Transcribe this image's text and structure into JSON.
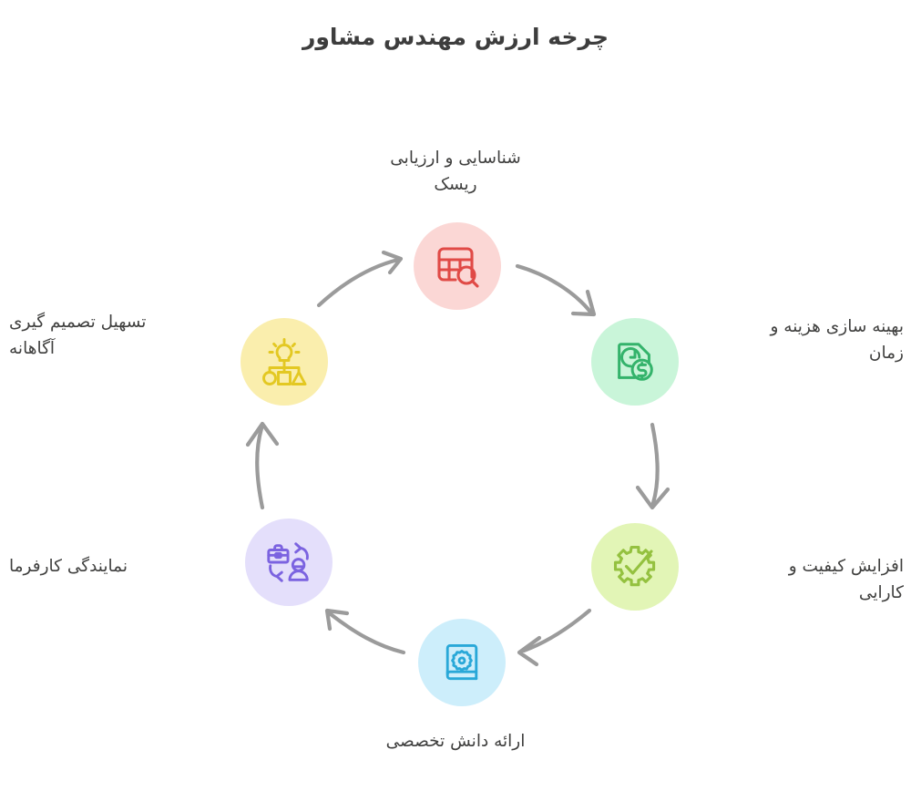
{
  "page": {
    "title": "چرخه ارزش مهندس مشاور",
    "background_color": "#ffffff",
    "text_color": "#40403f"
  },
  "diagram": {
    "type": "cycle",
    "direction": "clockwise",
    "node_count": 6,
    "nodes": [
      {
        "id": "risk",
        "label": "شناسایی و ارزیابی\nریسک",
        "icon": "table-search-icon",
        "bubble_color": "#fbd7d5",
        "icon_color": "#e04a46",
        "position": "top",
        "label_align": "center"
      },
      {
        "id": "cost",
        "label": "بهینه سازی هزینه و\nزمان",
        "icon": "document-clock-dollar-icon",
        "bubble_color": "#c9f5d9",
        "icon_color": "#34b36b",
        "position": "upper-right",
        "label_align": "right"
      },
      {
        "id": "quality",
        "label": "افزایش کیفیت و\nکارایی",
        "icon": "gear-check-icon",
        "bubble_color": "#e2f5b6",
        "icon_color": "#94c13f",
        "position": "lower-right",
        "label_align": "right"
      },
      {
        "id": "knowledge",
        "label": "ارائه دانش تخصصی",
        "icon": "book-gear-icon",
        "bubble_color": "#cdeefb",
        "icon_color": "#29a8d8",
        "position": "bottom",
        "label_align": "center"
      },
      {
        "id": "employer",
        "label": "نمایندگی کارفرما",
        "icon": "briefcase-person-exchange-icon",
        "bubble_color": "#e4dffb",
        "icon_color": "#7b63e0",
        "position": "lower-left",
        "label_align": "left"
      },
      {
        "id": "decision",
        "label": "تسهیل تصمیم گیری\nآگاهانه",
        "icon": "lightbulb-decision-tree-icon",
        "bubble_color": "#faeead",
        "icon_color": "#e3c822",
        "position": "upper-left",
        "label_align": "left"
      }
    ],
    "arrows": {
      "color": "#9b9b9b",
      "style": "curved-hand-drawn",
      "count": 6,
      "sequence": [
        "decision-to-risk",
        "risk-to-cost",
        "cost-to-quality",
        "quality-to-knowledge",
        "knowledge-to-employer",
        "employer-to-decision"
      ]
    }
  }
}
